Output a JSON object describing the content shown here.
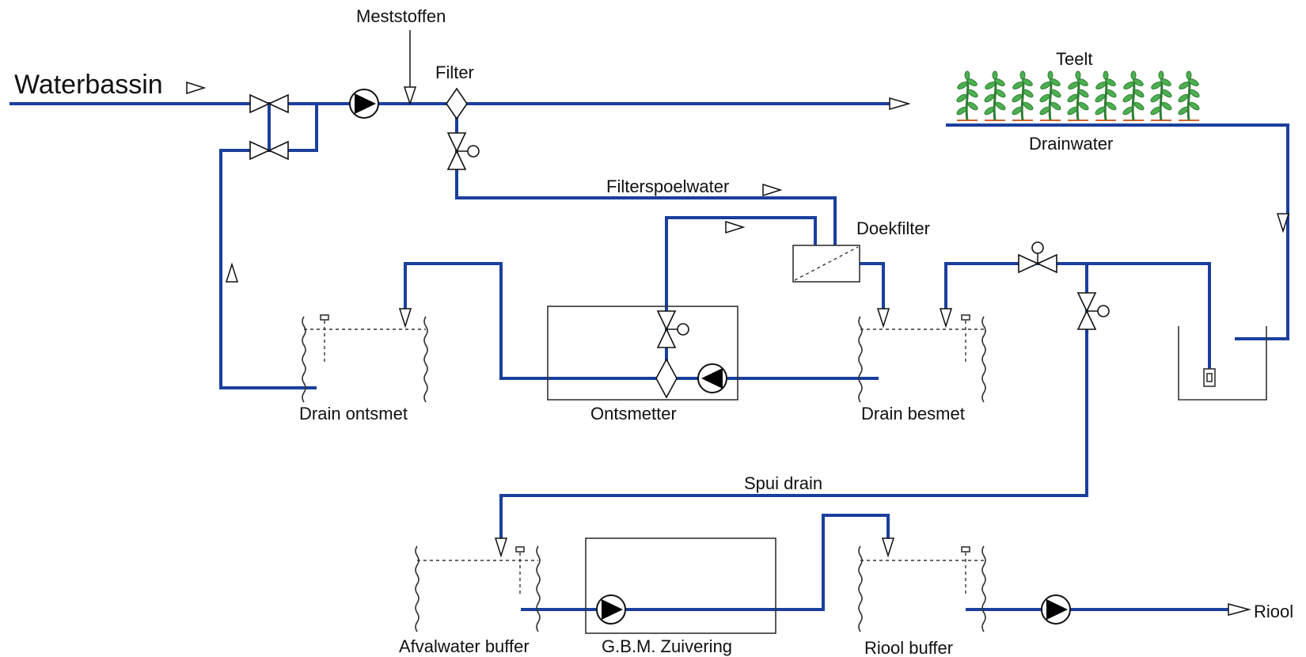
{
  "diagram": {
    "labels": {
      "waterbassin": "Waterbassin",
      "meststoffen": "Meststoffen",
      "filter": "Filter",
      "teelt": "Teelt",
      "drainwater": "Drainwater",
      "filterspoelwater": "Filterspoelwater",
      "doekfilter": "Doekfilter",
      "drain_ontsmet": "Drain ontsmet",
      "ontsmetter": "Ontsmetter",
      "drain_besmet": "Drain besmet",
      "spui_drain": "Spui drain",
      "afvalwater_buffer": "Afvalwater buffer",
      "gbm_zuivering": "G.B.M. Zuivering",
      "riool_buffer": "Riool buffer",
      "riool": "Riool"
    },
    "colors": {
      "pipe": "#1a3f9c",
      "plant_stem": "#2e7d32",
      "plant_leaf": "#4caf50",
      "soil_line": "#d8622a"
    },
    "icons": [
      "pump-icon",
      "gate-valve-icon",
      "control-valve-icon",
      "filter-icon",
      "cloth-filter-icon",
      "plant-icon",
      "flow-arrow-icon",
      "level-sensor-icon"
    ]
  }
}
